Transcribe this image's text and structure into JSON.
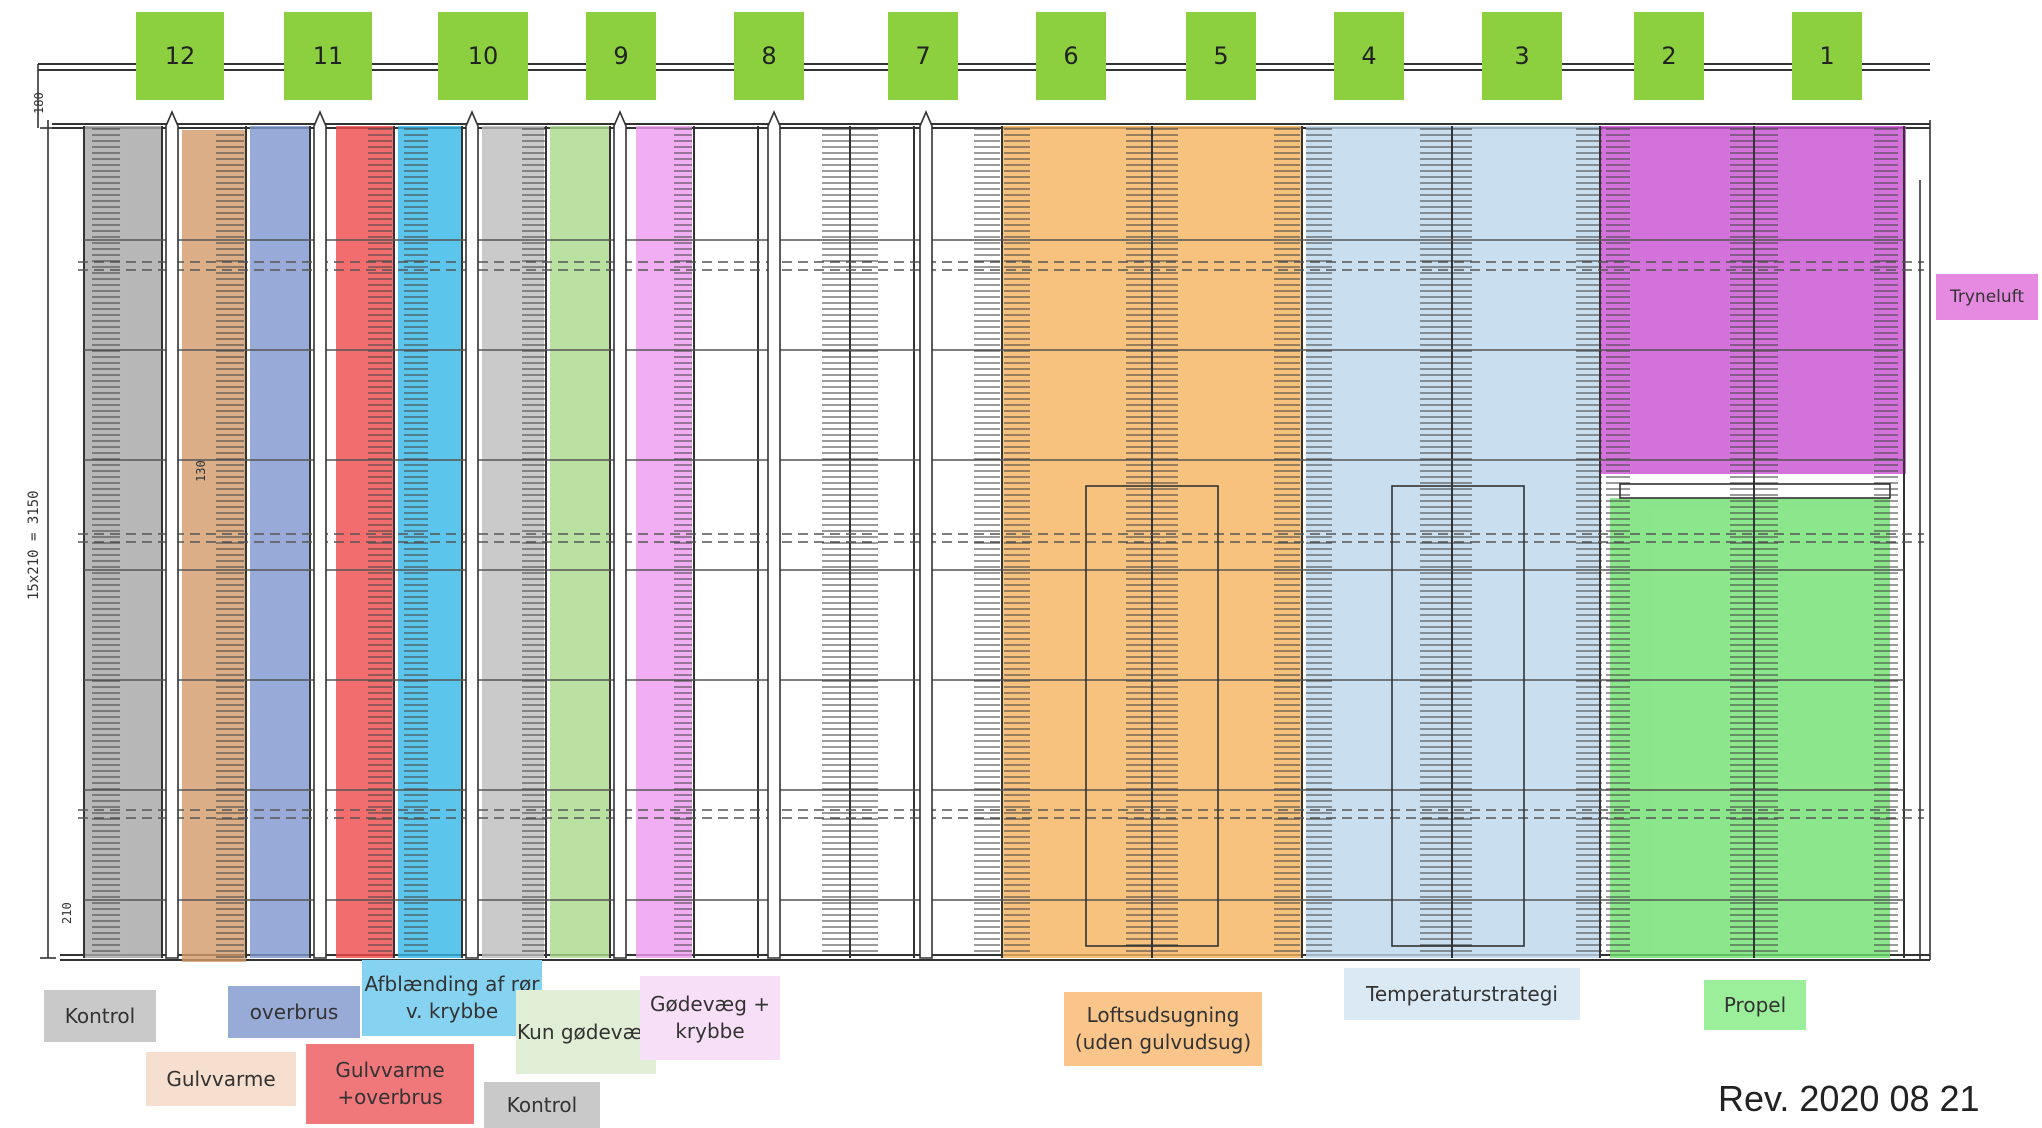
{
  "pens": [
    {
      "number": "12",
      "fill": "#a6a6a6",
      "label": "Kontrol"
    },
    {
      "number": "11",
      "fill": "#7f97cf",
      "label": "overbrus",
      "second_fill": "#d39a6a",
      "second_label": "Gulvvarme"
    },
    {
      "number": "10",
      "fill": "#ef4a4a",
      "label": "Gulvvarme +overbrus",
      "second_fill": "#33b7e7",
      "second_label": "Afblænding af rør v. krybbe"
    },
    {
      "number": "9",
      "fill": "#bdbdbd",
      "label": "Kontrol",
      "second_fill": "#a9d98c",
      "second_label": "Kun gødevæg"
    },
    {
      "number": "8",
      "fill": "#ee9af0",
      "label": "Gødevæg + krybbe"
    },
    {
      "number": "7",
      "fill": "none",
      "label": ""
    },
    {
      "number": "6",
      "fill": "#f5b35c",
      "label": "Loftsudsugning (uden gulvudsug)"
    },
    {
      "number": "5",
      "fill": "#f5b35c",
      "label": ""
    },
    {
      "number": "4",
      "fill": "#bcd6ea",
      "label": "Temperaturstrategi"
    },
    {
      "number": "3",
      "fill": "#bcd6ea",
      "label": ""
    },
    {
      "number": "2",
      "fill": "#c94fd2",
      "label": "Tryneluft",
      "second_fill": "#6fe06f",
      "second_label": "Propel"
    },
    {
      "number": "1",
      "fill": "#c94fd2",
      "label": ""
    }
  ],
  "labels": {
    "kontrol_1": "Kontrol",
    "gulvvarme": "Gulvvarme",
    "overbrus": "overbrus",
    "gulvvarme_overbrus": "Gulvvarme +overbrus",
    "afblaending": "Afblænding af rør v. krybbe",
    "kontrol_2": "Kontrol",
    "kun_godevaeg": "Kun gødevæg",
    "godevaeg_krybbe": "Gødevæg + krybbe",
    "loftsudsugning": "Loftsudsugning (uden gulvudsug)",
    "temperaturstrategi": "Temperaturstrategi",
    "propel": "Propel",
    "tryneluft": "Tryneluft"
  },
  "dimensions": {
    "top": "180",
    "side": "15x210 = 3150",
    "bottom": "210",
    "inner": "130"
  },
  "revision": "Rev. 2020 08 21",
  "colors": {
    "pen_number_bg": "#8cd040",
    "drawing_line": "#333333"
  }
}
